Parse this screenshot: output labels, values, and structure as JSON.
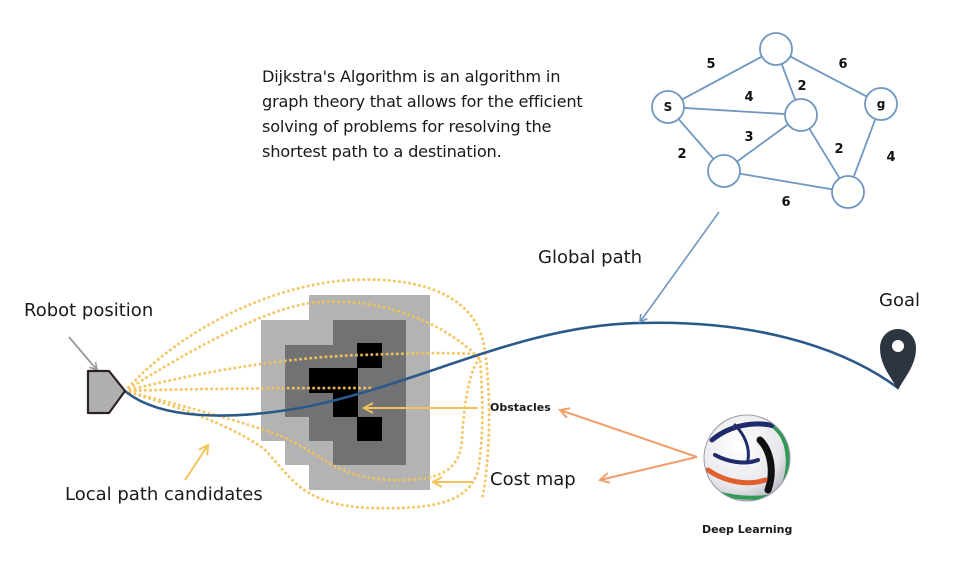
{
  "description": {
    "lines": [
      "Dijkstra's Algorithm is an algorithm in",
      "graph theory that allows for the efficient",
      "solving of problems for resolving the",
      "shortest path to a destination."
    ]
  },
  "labels": {
    "global_path": "Global path",
    "goal": "Goal",
    "robot_position": "Robot position",
    "local_path_candidates": "Local path candidates",
    "obstacles": "Obstacles",
    "cost_map": "Cost map",
    "deep_learning": "Deep Learning"
  },
  "graph": {
    "nodes": [
      {
        "id": "s",
        "label": "S"
      },
      {
        "id": "top",
        "label": ""
      },
      {
        "id": "mid",
        "label": ""
      },
      {
        "id": "g",
        "label": "g"
      },
      {
        "id": "bl",
        "label": ""
      },
      {
        "id": "br",
        "label": ""
      }
    ],
    "edges": [
      {
        "from": "s",
        "to": "top",
        "weight": "5"
      },
      {
        "from": "top",
        "to": "g",
        "weight": "6"
      },
      {
        "from": "s",
        "to": "mid",
        "weight": "4"
      },
      {
        "from": "top",
        "to": "mid",
        "weight": "2"
      },
      {
        "from": "bl",
        "to": "mid",
        "weight": "3"
      },
      {
        "from": "s",
        "to": "bl",
        "weight": "2"
      },
      {
        "from": "mid",
        "to": "br",
        "weight": "2"
      },
      {
        "from": "g",
        "to": "br",
        "weight": "4"
      },
      {
        "from": "bl",
        "to": "br",
        "weight": "6"
      }
    ]
  },
  "cost_map": {
    "levels": [
      "light",
      "medium",
      "obstacle"
    ]
  },
  "icons": {
    "robot": "robot-pentagon-icon",
    "goal": "map-pin-icon",
    "deep_learning": "soccer-ball-icon"
  },
  "colors": {
    "global_path": "#2b5a8a",
    "local_paths": "#f2c35a",
    "graph_lines": "#6f97bf",
    "deep_learning_arrows": "#ef9f6a",
    "goal_pin": "#2d3540",
    "cost_light": "#b3b3b4",
    "cost_medium": "#727274",
    "cost_obstacle": "#000000"
  }
}
